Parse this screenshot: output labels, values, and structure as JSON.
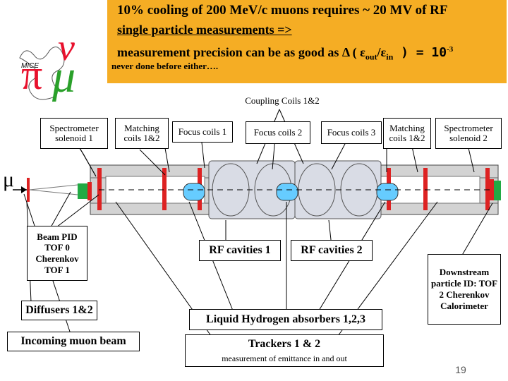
{
  "banner": {
    "line1": "10% cooling of 200 MeV/c muons requires ~ 20 MV of RF",
    "line2": "single particle measurements =>",
    "line3_prefix": "measurement precision can be as good as ",
    "delta": "Δ",
    "paren_open": " ( ",
    "eps1": "ε",
    "sub_out": "out",
    "slash": "/",
    "eps2": "ε",
    "sub_in": "in",
    "paren_close": " ) = 10",
    "exponent": "-3",
    "line4": "never done before either…."
  },
  "logo": {
    "label": "MICE",
    "pi": "π",
    "nu": "ν",
    "mu": "μ"
  },
  "labels": {
    "coupling_coils": "Coupling Coils 1&2",
    "spectrometer_1": "Spectrometer solenoid 1",
    "matching_coils_left": "Matching coils 1&2",
    "focus_coil_1": "Focus coils 1",
    "focus_coil_2": "Focus coils 2",
    "focus_coil_3": "Focus coils 3",
    "matching_coils_right": "Matching coils 1&2",
    "spectrometer_2": "Spectrometer solenoid 2",
    "muon_symbol": "μ",
    "beam_pid": "Beam PID TOF 0 Cherenkov TOF 1",
    "rf_cavities_1": "RF cavities 1",
    "rf_cavities_2": "RF cavities 2",
    "downstream_pid": "Downstream particle ID: TOF 2 Cherenkov Calorimeter",
    "diffusers": "Diffusers 1&2",
    "lh2_absorbers": "Liquid Hydrogen absorbers 1,2,3",
    "incoming_beam": "Incoming muon beam",
    "trackers": "Trackers 1 & 2",
    "emittance": "measurement of emittance in and out"
  },
  "page_number": "19",
  "colors": {
    "banner": "#f5ad24",
    "logo_pi_nu": "#e8112d",
    "logo_mu": "#2aa02a",
    "absorber": "#66ccff",
    "detector_green": "#22aa44",
    "detector_red": "#dd2222",
    "rf_cavity": "#d9dce5"
  }
}
